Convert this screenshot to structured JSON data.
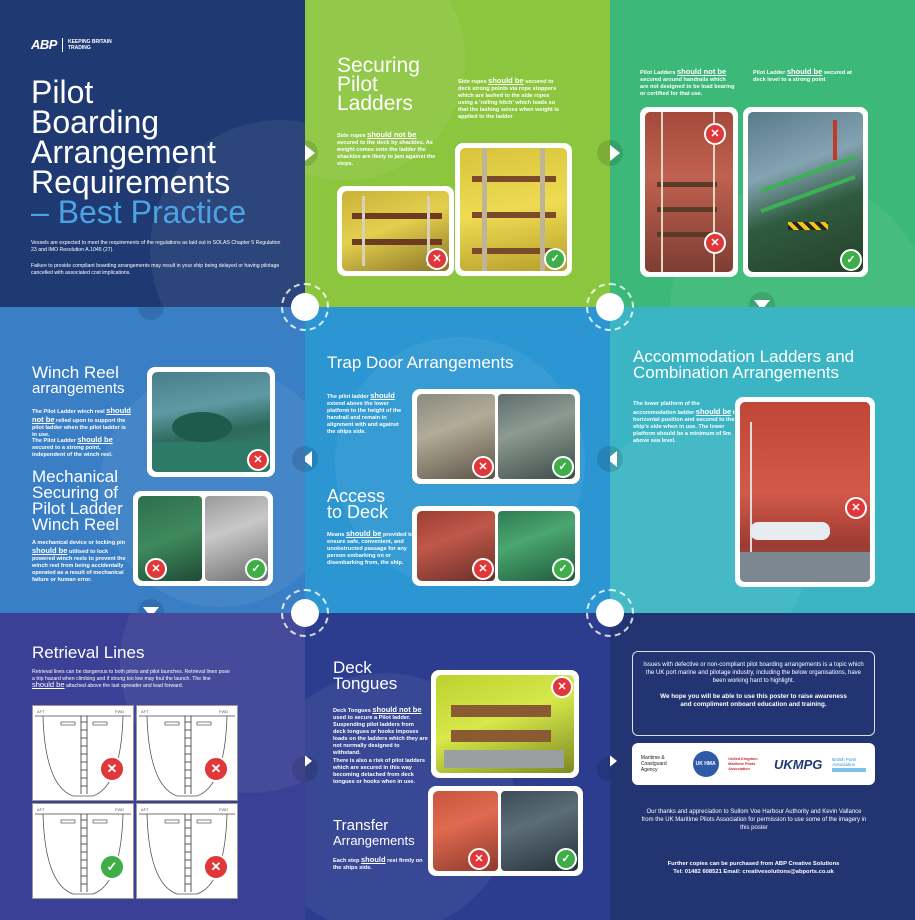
{
  "brand": {
    "logo": "ABP",
    "tagline": "KEEPING BRITAIN TRADING"
  },
  "intro": {
    "title_lines": [
      "Pilot",
      "Boarding",
      "Arrangement",
      "Requirements"
    ],
    "subtitle": "– Best Practice",
    "para1": "Vessels are expected to meet the requirements of the regulations as laid out in SOLAS Chapter 5 Regulation 23 and IMO Resolution A.1045 (27).",
    "para2": "Failure to provide compliant boarding arrangements may result in your ship being delayed or having pilotage cancelled with associated cost implications."
  },
  "securing": {
    "title_lines": [
      "Securing",
      "Pilot",
      "Ladders"
    ],
    "text_a_pre": "Side ropes ",
    "text_a_kw": "should not be",
    "text_a_post": " secured to the deck by shackles. As weight comes onto the ladder the shackles are likely to jam against the steps.",
    "text_b_pre": "Side ropes ",
    "text_b_kw": "should be",
    "text_b_post": " secured to deck strong points via rope stoppers which are lashed to the side ropes using a 'rolling hitch' which leads so that the lashing seizes when weight is applied to the ladder"
  },
  "handrails": {
    "text_a_pre": "Pilot Ladders ",
    "text_a_kw": "should not be",
    "text_a_post": " secured around handrails which are not designed to be load bearing or certified for that use.",
    "text_b_pre": "Pilot Ladder ",
    "text_b_kw": "should be",
    "text_b_post": " secured at deck level to a strong point"
  },
  "winch": {
    "title_lines": [
      "Winch Reel",
      "arrangements"
    ],
    "text_a_pre": "The Pilot Ladder winch reel ",
    "text_a_kw": "should not be",
    "text_a_post": " relied upon to support the pilot ladder when the pilot ladder is in use.",
    "text_b_pre": "The Pilot Ladder ",
    "text_b_kw": "should be",
    "text_b_post": " secured to a strong point, independent of the winch reel.",
    "mech_title_lines": [
      "Mechanical",
      "Securing of",
      "Pilot Ladder",
      "Winch Reel"
    ],
    "mech_pre": "A mechanical device or locking pin ",
    "mech_kw": "should be",
    "mech_post": " utilised to lock powered winch reels to prevent the winch reel from being accidentally operated as a result of mechanical failure or human error."
  },
  "trapdoor": {
    "title": "Trap Door Arrangements",
    "text_pre": "The pilot ladder ",
    "text_kw": "should",
    "text_post": " extend above the lower platform to the height of the handrail and remain in alignment with and against the ships side.",
    "access_title_lines": [
      "Access",
      "to Deck"
    ],
    "access_pre": "Means ",
    "access_kw": "should be",
    "access_post": " provided to ensure safe, convenient, and unobstructed passage for any person embarking on or disembarking from, the ship."
  },
  "accommodation": {
    "title_lines": [
      "Accommodation Ladders and",
      "Combination Arrangements"
    ],
    "text_pre": "The lower platform of the accommodation ladder ",
    "text_kw": "should be",
    "text_post": " in a horizontal position and secured to the ship's side when in use. The lower platform should be a minimum of 5m above sea level."
  },
  "retrieval": {
    "title": "Retrieval Lines",
    "text_pre": "Retrieval lines can be dangerous to both pilots and pilot launches. Retrieval lines pose a trip hazard when climbing and if strung too low may foul the launch. The line ",
    "text_kw": "should be",
    "text_post": " attached above the last spreader and lead forward.",
    "diag_labels": [
      "AFT",
      "FWD"
    ]
  },
  "deck": {
    "title_lines": [
      "Deck",
      "Tongues"
    ],
    "text_pre": "Deck Tongues ",
    "text_kw": "should not be",
    "text_post": " used to secure a Pilot ladder. Suspending pilot ladders from deck tongues or hooks imposes loads on the ladders which they are not normally designed to withstand.",
    "text2": "There is also a risk of pilot ladders which are secured in this way becoming detached from deck tongues or hooks when in use.",
    "transfer_title_lines": [
      "Transfer",
      "Arrangements"
    ],
    "transfer_pre": "Each step ",
    "transfer_kw": "should",
    "transfer_post": " rest firmly on the ships side."
  },
  "info": {
    "box_text": "Issues with defective or non-compliant pilot boarding arrangements is a topic which the UK port marine and pilotage industry, including the below organisations, have been working hard to highlight.",
    "box_bold": "We hope you will be able to use this poster to raise awareness and compliment onboard education and training.",
    "logos": [
      "Maritime & Coastguard Agency",
      "UK HMA",
      "United Kingdom Maritime Pilots Association",
      "UKMPG",
      "British Ports Association"
    ],
    "thanks": "Our thanks and appreciation to Sullom Voe Harbour Authority and Kevin Vallance from the UK Maritime Pilots Association for permission to use some of the imagery in this poster",
    "copies": "Further copies can be purchased from ABP Creative Solutions",
    "contact": "Tel: 01482 608521 Email: creativesolutions@abports.co.uk"
  },
  "colors": {
    "bad": "#e0373b",
    "good": "#3fae49"
  }
}
